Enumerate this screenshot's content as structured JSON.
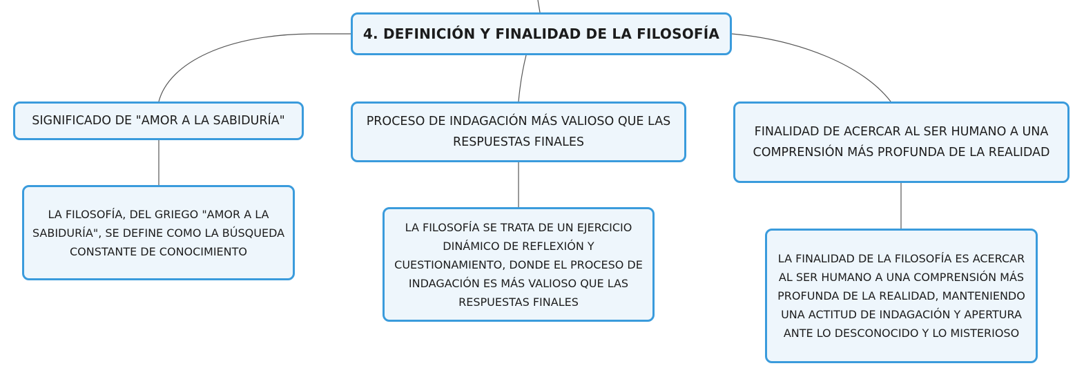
{
  "root": {
    "label": "4. DEFINICIÓN Y FINALIDAD DE LA FILOSOFÍA"
  },
  "topics": [
    {
      "label": "SIGNIFICADO DE \"AMOR A LA SABIDURÍA\"",
      "detail": "LA FILOSOFÍA, DEL GRIEGO \"AMOR A LA SABIDURÍA\", SE DEFINE COMO LA BÚSQUEDA CONSTANTE DE CONOCIMIENTO"
    },
    {
      "label": "PROCESO DE INDAGACIÓN MÁS VALIOSO QUE LAS RESPUESTAS FINALES",
      "detail": "LA FILOSOFÍA SE TRATA DE UN EJERCICIO DINÁMICO DE REFLEXIÓN Y CUESTIONAMIENTO, DONDE EL PROCESO DE INDAGACIÓN ES MÁS VALIOSO QUE LAS RESPUESTAS FINALES"
    },
    {
      "label": "FINALIDAD DE ACERCAR AL SER HUMANO A UNA COMPRENSIÓN MÁS PROFUNDA DE LA REALIDAD",
      "detail": "LA FINALIDAD DE LA FILOSOFÍA ES ACERCAR AL SER HUMANO A UNA COMPRENSIÓN MÁS PROFUNDA DE LA REALIDAD, MANTENIENDO UNA ACTITUD DE INDAGACIÓN Y APERTURA ANTE LO DESCONOCIDO Y LO MISTERIOSO"
    }
  ],
  "colors": {
    "node_border": "#3a9bdc",
    "node_fill": "#eef6fc",
    "connector": "#555555",
    "text": "#1c1c1c"
  }
}
